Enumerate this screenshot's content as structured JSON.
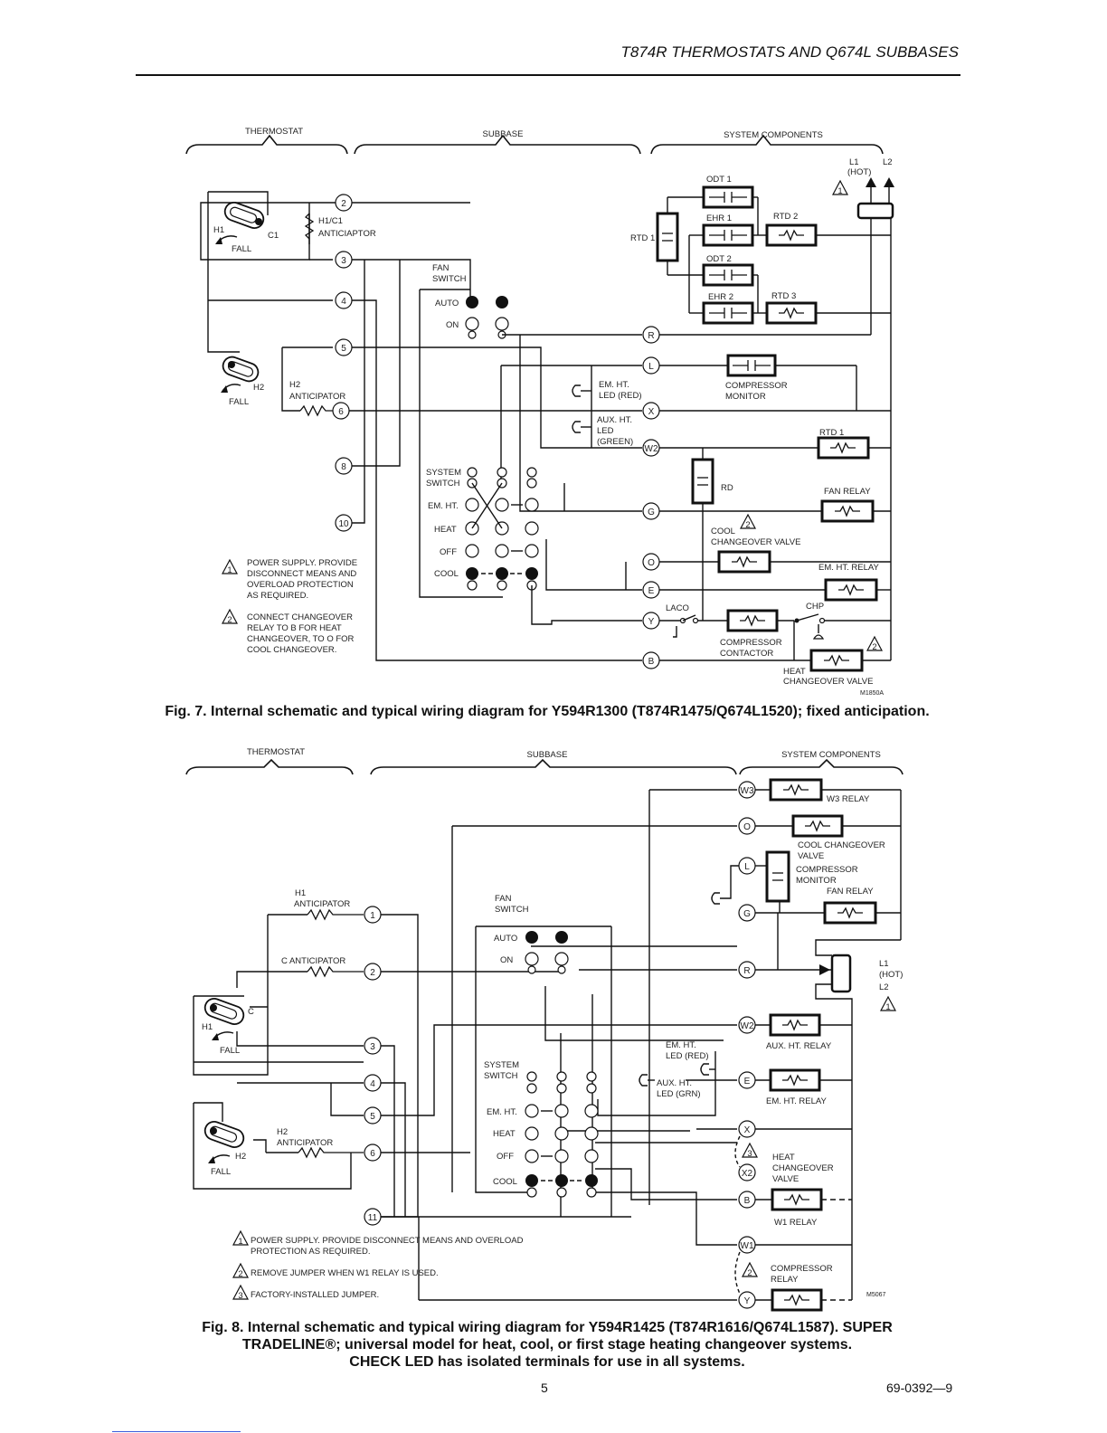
{
  "header": {
    "title": "T874R THERMOSTATS AND Q674L SUBBASES"
  },
  "fig7": {
    "caption": "Fig. 7. Internal schematic and typical wiring diagram for Y594R1300 (T874R1475/Q674L1520); fixed anticipation.",
    "sections": {
      "thermostat": "THERMOSTAT",
      "subbase": "SUBBASE",
      "system_components": "SYSTEM COMPONENTS"
    },
    "labels": {
      "h1": "H1",
      "c1": "C1",
      "fall1": "FALL",
      "h1c1": "H1/C1",
      "anticiaptor": "ANTICIAPTOR",
      "h2": "H2",
      "fall2": "FALL",
      "h2a": "H2",
      "h2b": "ANTICIPATOR",
      "fan_switch_a": "FAN",
      "fan_switch_b": "SWITCH",
      "auto": "AUTO",
      "on": "ON",
      "system_switch_a": "SYSTEM",
      "system_switch_b": "SWITCH",
      "em_ht": "EM. HT.",
      "heat": "HEAT",
      "off": "OFF",
      "cool": "COOL",
      "em_ht_led_a": "EM. HT.",
      "em_ht_led_b": "LED (RED)",
      "aux_ht_led_a": "AUX. HT.",
      "aux_ht_led_b": "LED",
      "aux_ht_led_c": "(GREEN)",
      "l1": "L1",
      "hot": "(HOT)",
      "l2": "L2",
      "odt1": "ODT 1",
      "ehr1": "EHR 1",
      "rtd2": "RTD 2",
      "rtd1_side": "RTD 1",
      "odt2": "ODT 2",
      "ehr2": "EHR 2",
      "rtd3": "RTD 3",
      "comp_mon_a": "COMPRESSOR",
      "comp_mon_b": "MONITOR",
      "rtd1": "RTD 1",
      "rd": "RD",
      "fan_relay": "FAN RELAY",
      "cool_cv_a": "COOL",
      "cool_cv_b": "CHANGEOVER VALVE",
      "em_ht_relay": "EM. HT. RELAY",
      "laco": "LACO",
      "chp": "CHP",
      "comp_con_a": "COMPRESSOR",
      "comp_con_b": "CONTACTOR",
      "heat_cv_a": "HEAT",
      "heat_cv_b": "CHANGEOVER VALVE",
      "code": "M1850A"
    },
    "terminals": [
      "2",
      "3",
      "4",
      "5",
      "6",
      "8",
      "10",
      "R",
      "L",
      "X",
      "W2",
      "G",
      "O",
      "E",
      "Y",
      "B"
    ],
    "notes": [
      {
        "num": "1",
        "lines": [
          "POWER SUPPLY. PROVIDE",
          "DISCONNECT MEANS AND",
          "OVERLOAD PROTECTION",
          "AS REQUIRED."
        ]
      },
      {
        "num": "2",
        "lines": [
          "CONNECT CHANGEOVER",
          "RELAY TO B FOR HEAT",
          "CHANGEOVER, TO O FOR",
          "COOL CHANGEOVER."
        ]
      }
    ]
  },
  "fig8": {
    "caption_lines": [
      "Fig. 8. Internal schematic and typical wiring diagram for Y594R1425 (T874R1616/Q674L1587). SUPER",
      "TRADELINE®; universal model for heat, cool, or first stage heating changeover systems.",
      "CHECK LED has isolated terminals for use in all systems."
    ],
    "sections": {
      "thermostat": "THERMOSTAT",
      "subbase": "SUBBASE",
      "system_components": "SYSTEM COMPONENTS"
    },
    "labels": {
      "h1_ant_a": "H1",
      "h1_ant_b": "ANTICIPATOR",
      "c_ant": "C ANTICIPATOR",
      "h2_ant_a": "H2",
      "h2_ant_b": "ANTICIPATOR",
      "h1": "H1",
      "c": "C",
      "fall1": "FALL",
      "h2": "H2",
      "fall2": "FALL",
      "fan_switch_a": "FAN",
      "fan_switch_b": "SWITCH",
      "auto": "AUTO",
      "on": "ON",
      "system_switch_a": "SYSTEM",
      "system_switch_b": "SWITCH",
      "em_ht": "EM. HT.",
      "heat": "HEAT",
      "off": "OFF",
      "cool": "COOL",
      "em_ht_led_a": "EM. HT.",
      "em_ht_led_b": "LED (RED)",
      "aux_ht_led_a": "AUX. HT.",
      "aux_ht_led_b": "LED (GRN)",
      "w3_relay": "W3 RELAY",
      "cool_cv_a": "COOL CHANGEOVER",
      "cool_cv_b": "VALVE",
      "comp_mon_a": "COMPRESSOR",
      "comp_mon_b": "MONITOR",
      "fan_relay": "FAN RELAY",
      "l1": "L1",
      "hot": "(HOT)",
      "l2": "L2",
      "aux_ht_relay": "AUX. HT. RELAY",
      "em_ht_relay": "EM. HT. RELAY",
      "heat_cv_a": "HEAT",
      "heat_cv_b": "CHANGEOVER",
      "heat_cv_c": "VALVE",
      "w1_relay": "W1 RELAY",
      "comp_relay_a": "COMPRESSOR",
      "comp_relay_b": "RELAY",
      "code": "M5067"
    },
    "terminals": [
      "1",
      "2",
      "3",
      "4",
      "5",
      "6",
      "11",
      "W3",
      "O",
      "L",
      "G",
      "R",
      "W2",
      "E",
      "X",
      "X2",
      "B",
      "W1",
      "Y"
    ],
    "notes": [
      {
        "num": "1",
        "text": "POWER SUPPLY. PROVIDE DISCONNECT MEANS AND OVERLOAD",
        "text2": "PROTECTION AS REQUIRED."
      },
      {
        "num": "2",
        "text": "REMOVE JUMPER WHEN W1 RELAY IS USED."
      },
      {
        "num": "3",
        "text": "FACTORY-INSTALLED JUMPER."
      }
    ]
  },
  "footer": {
    "page": "5",
    "doc": "69-0392—9"
  }
}
